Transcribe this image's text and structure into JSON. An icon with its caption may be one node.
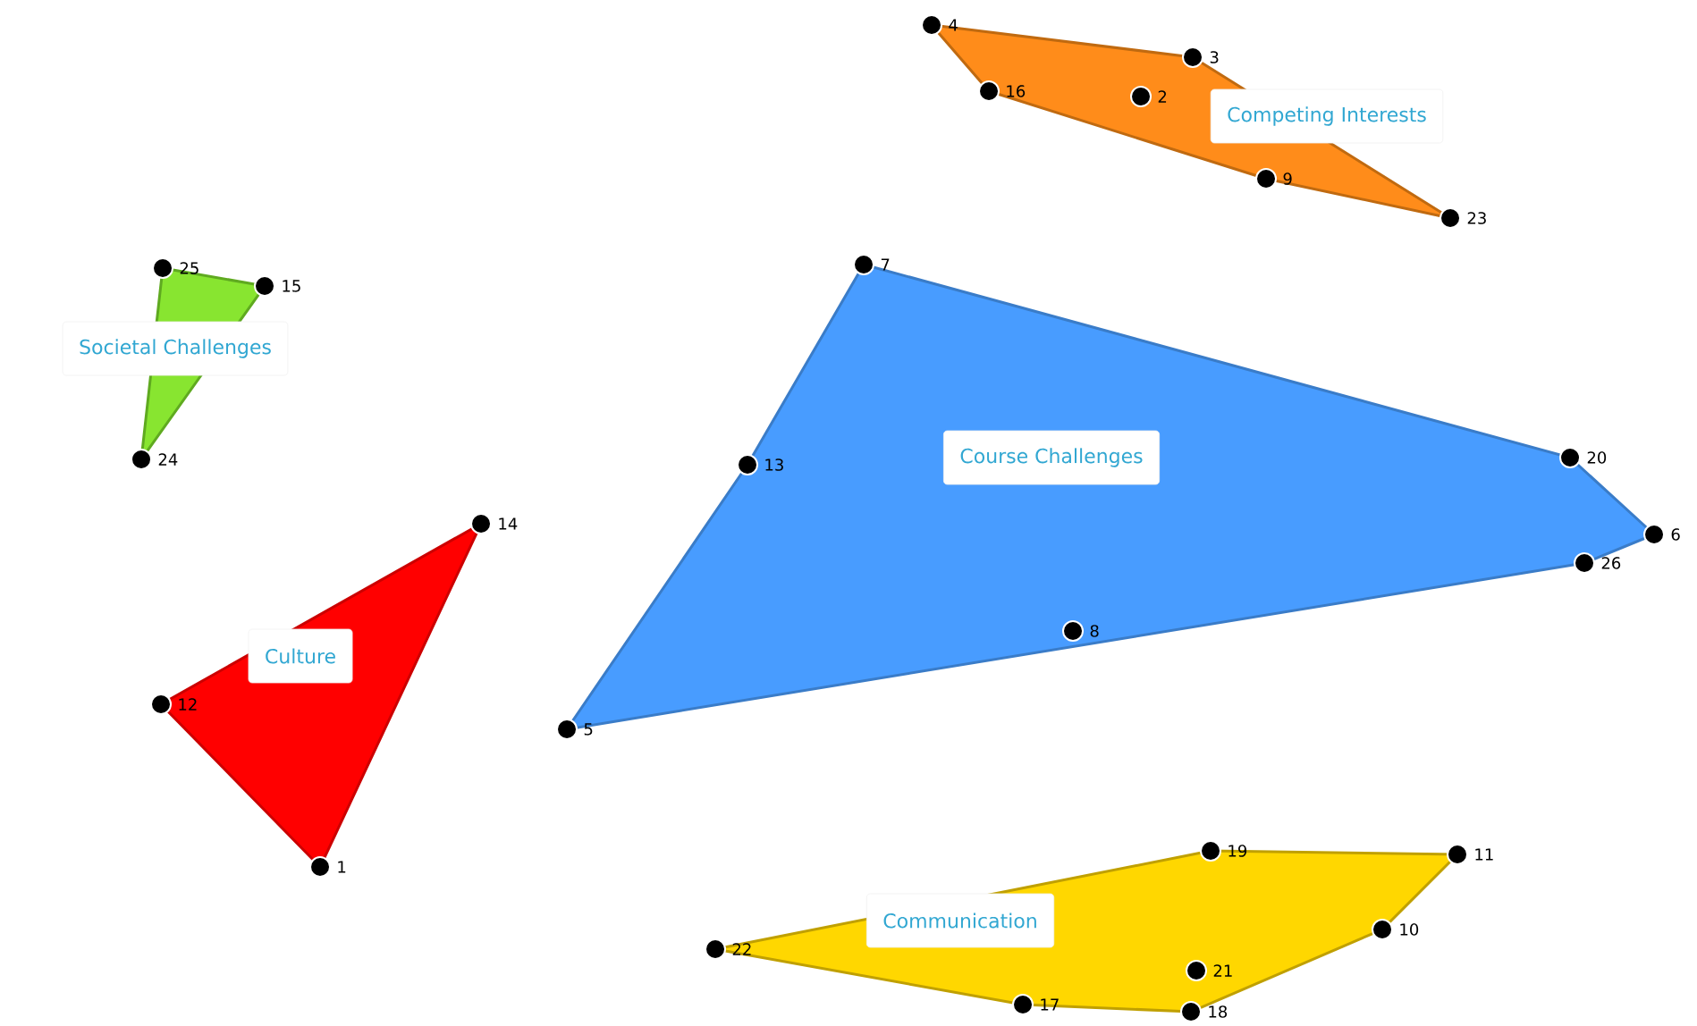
{
  "diagram": {
    "nodes": [
      {
        "text": [
          "Competing Interests"
        ]
      },
      {
        "text": [
          "Societal Challenges"
        ]
      },
      {
        "text": [
          "Course Challenges"
        ]
      },
      {
        "text": [
          "Culture"
        ]
      },
      {
        "text": [
          "Communication"
        ]
      }
    ],
    "labels": [
      "1",
      "2",
      "3",
      "4",
      "5",
      "6",
      "7",
      "8",
      "9",
      "10",
      "11",
      "12",
      "13",
      "14",
      "15",
      "16",
      "17",
      "18",
      "19",
      "20",
      "21",
      "22",
      "23",
      "24",
      "25",
      "26"
    ]
  }
}
